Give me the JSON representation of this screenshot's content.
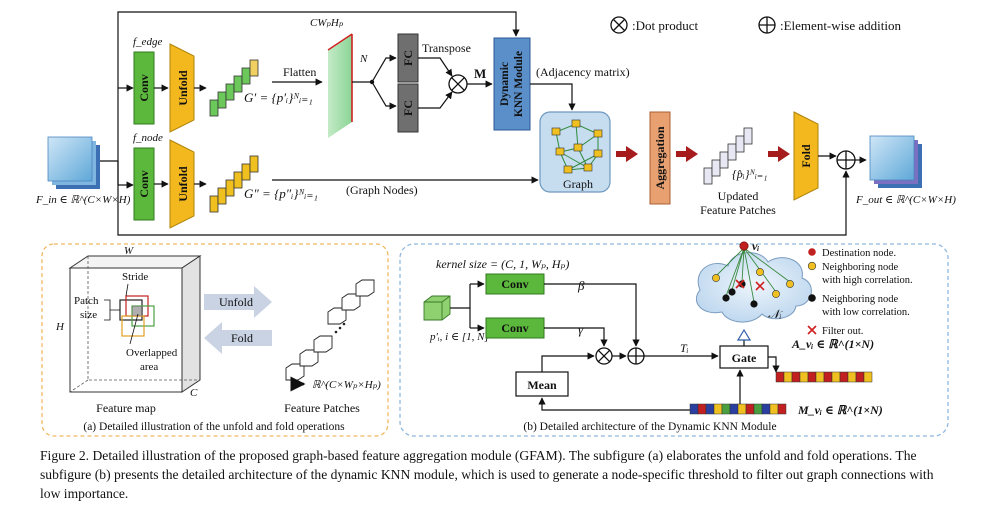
{
  "legend": {
    "dot_product": ":Dot product",
    "element_wise_addition": ":Element-wise addition"
  },
  "main": {
    "f_edge": "f_edge",
    "f_node": "f_node",
    "conv": "Conv",
    "unfold": "Unfold",
    "g_prime": "G′ = {p′ᵢ}ᴺᵢ₌₁",
    "g_double_prime": "G″ = {p″ᵢ}ᴺᵢ₌₁",
    "flatten": "Flatten",
    "cw_hp": "CWₚHₚ",
    "n": "N",
    "fc": "FC",
    "transpose": "Transpose",
    "m": "M",
    "dynamic_knn_line1": "Dynamic",
    "dynamic_knn_line2": "KNN Module",
    "adjacency_matrix": "(Adjacency matrix)",
    "graph": "Graph",
    "graph_nodes": "(Graph Nodes)",
    "aggregation": "Aggregation",
    "p_hat": "{p̂ᵢ}ᴺᵢ₌₁",
    "updated_line1": "Updated",
    "updated_line2": "Feature Patches",
    "fold": "Fold",
    "f_in": "F_in ∈ ℝ^(C×W×H)",
    "f_out": "F_out ∈ ℝ^(C×W×H)"
  },
  "panel_a": {
    "w": "W",
    "h": "H",
    "c": "C",
    "stride": "Stride",
    "patch_line1": "Patch",
    "patch_line2": "size",
    "overlapped_line1": "Overlapped",
    "overlapped_line2": "area",
    "feature_map": "Feature map",
    "unfold_label": "Unfold",
    "fold_label": "Fold",
    "patch_dims": "ℝ^(C×Wₚ×Hₚ)",
    "feature_patches": "Feature Patches",
    "caption": "(a) Detailed illustration of the unfold and fold operations"
  },
  "panel_b": {
    "kernel_size": "kernel size = (C, 1, Wₚ, Hₚ)",
    "conv": "Conv",
    "beta": "β",
    "gamma": "γ",
    "p_prime": "p′ᵢ, i ∈ [1, N]",
    "t_i": "Tᵢ",
    "gate": "Gate",
    "mean": "Mean",
    "a_vector": "A_vᵢ ∈ ℝ^(1×N)",
    "m_vector": "M_vᵢ ∈ ℝ^(1×N)",
    "v_i": "vᵢ",
    "n_i": "𝒩ᵢ",
    "dest_node": "Destination node.",
    "high_line1": "Neighboring node",
    "high_line2": "with high correlation.",
    "low_line1": "Neighboring node",
    "low_line2": "with low correlation.",
    "filter_out": "Filter out.",
    "caption": "(b) Detailed architecture of the Dynamic KNN Module"
  },
  "caption": {
    "text": "Figure 2. Detailed illustration of the proposed graph-based feature aggregation module (GFAM). The subfigure (a) elaborates the unfold and fold operations. The subfigure (b) presents the detailed architecture of the dynamic KNN module, which is used to generate a node-specific threshold to filter out graph connections with low importance."
  },
  "colors": {
    "conv_green": "#5cb83c",
    "unfold_gold": "#f2b81e",
    "fc_gray": "#6f6f6f",
    "knn_blue": "#5b8fc9",
    "aggregation_orange": "#e8a070",
    "arrow_red": "#a61b1b",
    "panel_a_border": "#f0b860",
    "panel_b_border": "#8fb8e0"
  }
}
